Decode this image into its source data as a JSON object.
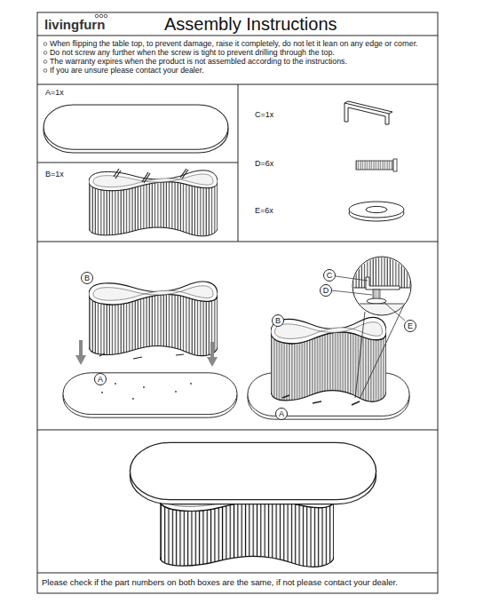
{
  "diagram": {
    "title": "Assembly Instructions",
    "caption": "Please check if the part numbers on both boxes are the same, if not please contact your dealer.",
    "nodes": [
      {
        "text": [
          "B"
        ]
      },
      {
        "text": [
          "A"
        ]
      },
      {
        "text": [
          "C"
        ]
      },
      {
        "text": [
          "D"
        ]
      },
      {
        "text": [
          "B"
        ]
      },
      {
        "text": [
          "E"
        ]
      },
      {
        "text": [
          "A"
        ]
      }
    ],
    "labels": [
      "livingfurn",
      "When flipping the table top, to prevent damage, raise it completely, do not let it lean on any edge or corner.",
      "Do not screw any further when the screw is tight to prevent drilling through the top.",
      "The warranty expires when the product is not assembled according to the instructions.",
      "If you are unsure please contact your dealer.",
      "A=1x",
      "B=1x",
      "C=1x",
      "D=6x",
      "E=6x"
    ]
  }
}
